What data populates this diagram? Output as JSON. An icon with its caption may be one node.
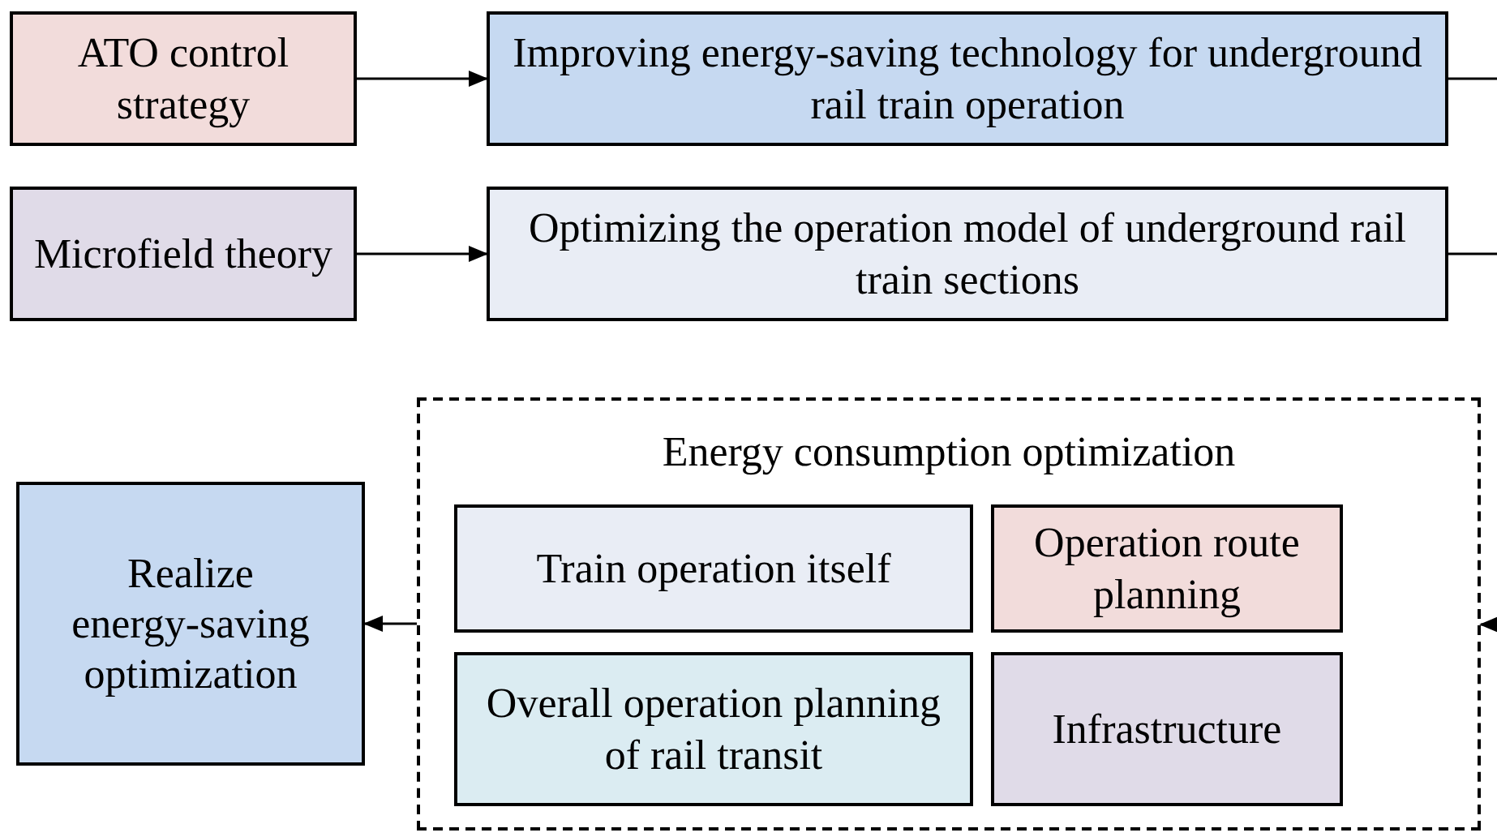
{
  "diagram": {
    "nodes": [
      {
        "text": [
          "ATO control strategy"
        ]
      },
      {
        "text": [
          "Improving energy-saving technology for underground rail train operation"
        ]
      },
      {
        "text": [
          "Microfield theory"
        ]
      },
      {
        "text": [
          "Optimizing the operation model of underground rail train sections"
        ]
      },
      {
        "text": [
          "Energy consumption optimization"
        ]
      },
      {
        "text": [
          "Train operation itself"
        ],
        "in": 4
      },
      {
        "text": [
          "Operation route planning"
        ],
        "in": 4
      },
      {
        "text": [
          "Overall operation planning of rail transit"
        ],
        "in": 4
      },
      {
        "text": [
          "Infrastructure"
        ],
        "in": 4
      },
      {
        "text": [
          "Realize energy-saving optimization"
        ]
      }
    ],
    "edges": [
      {
        "from": 0,
        "to": 1,
        "arrow": "to"
      },
      {
        "from": 1,
        "to": null,
        "arrow": "none"
      },
      {
        "from": 2,
        "to": 3,
        "arrow": "to"
      },
      {
        "from": 3,
        "to": null,
        "arrow": "none"
      },
      {
        "from": null,
        "to": 4,
        "arrow": "to"
      },
      {
        "from": 4,
        "to": 9,
        "arrow": "to"
      }
    ]
  }
}
